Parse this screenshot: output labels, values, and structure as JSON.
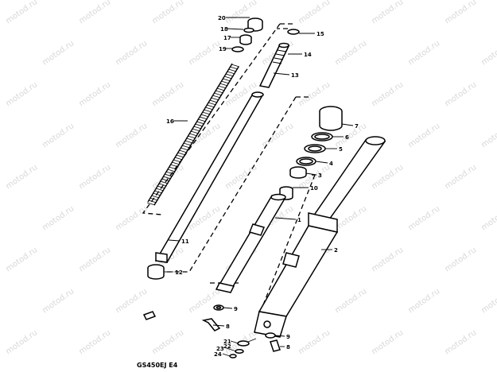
{
  "diagram": {
    "code": "GS450EJ E4",
    "watermark": "motod.ru",
    "callouts": {
      "c20": "20",
      "c18": "18",
      "c17": "17",
      "c19": "19",
      "c15": "15",
      "c14": "14",
      "c13": "13",
      "c16": "16",
      "c11": "11",
      "c12": "12",
      "c7": "7",
      "c6": "6",
      "c5": "5",
      "c4": "4",
      "c3": "3",
      "c10": "10",
      "c1": "1",
      "c2": "2",
      "c9a": "9",
      "c8a": "8",
      "c9b": "9",
      "c21": "21",
      "c22": "22",
      "c8b": "8",
      "c23": "23",
      "c24": "24"
    }
  }
}
